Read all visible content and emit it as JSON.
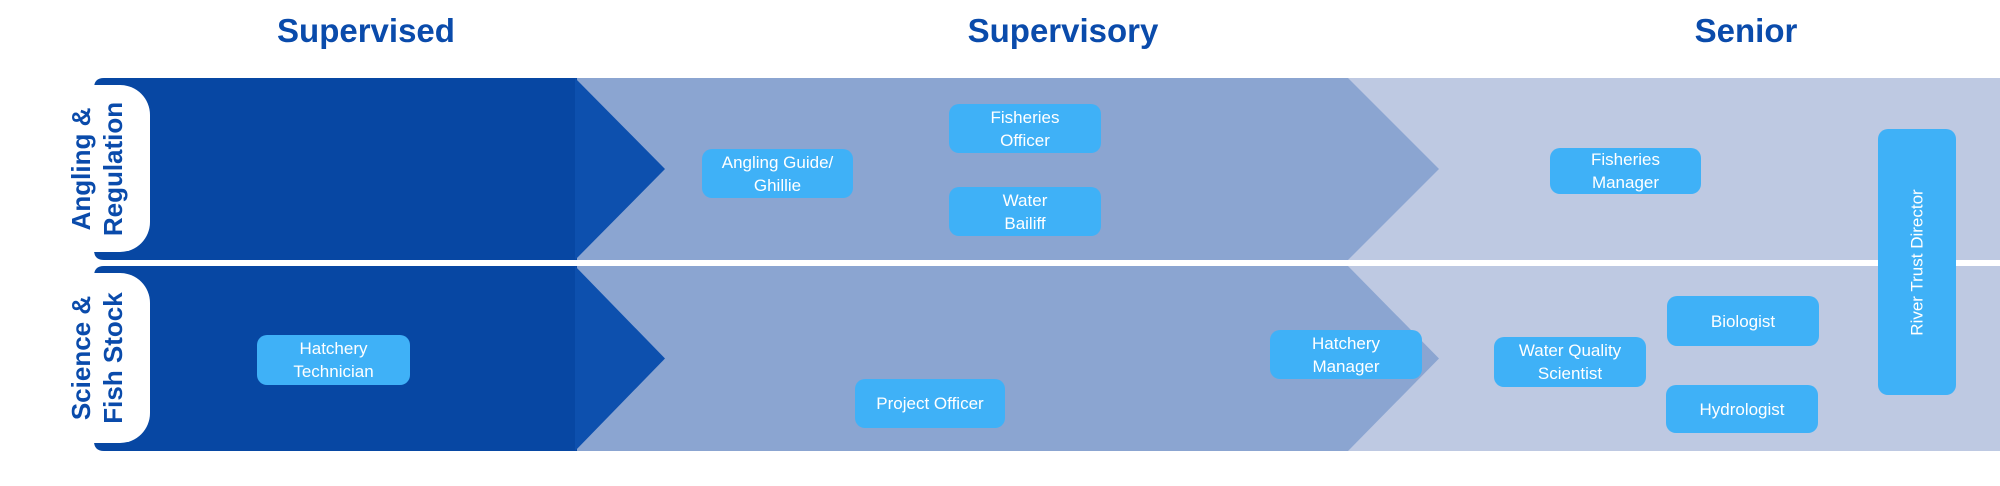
{
  "colors": {
    "heading_text": "#0A4BAB",
    "supervised_body": "#0747A3",
    "supervised_head": "#0D50AE",
    "supervisory_band": "#8BA5D1",
    "senior_band": "#BEC9E2",
    "role_box": "#3FB1F7"
  },
  "levels": {
    "supervised": "Supervised",
    "supervisory": "Supervisory",
    "senior": "Senior"
  },
  "streams": {
    "angling": "Angling &\nRegulation",
    "science": "Science &\nFish Stock"
  },
  "roles": {
    "angling_guide": "Angling Guide/\nGhillie",
    "fisheries_officer": "Fisheries\nOfficer",
    "water_bailiff": "Water\nBailiff",
    "fisheries_manager": "Fisheries\nManager",
    "hatchery_technician": "Hatchery\nTechnician",
    "project_officer": "Project Officer",
    "hatchery_manager": "Hatchery\nManager",
    "water_quality_scientist": "Water Quality\nScientist",
    "biologist": "Biologist",
    "hydrologist": "Hydrologist",
    "river_trust_director": "River Trust Director"
  }
}
